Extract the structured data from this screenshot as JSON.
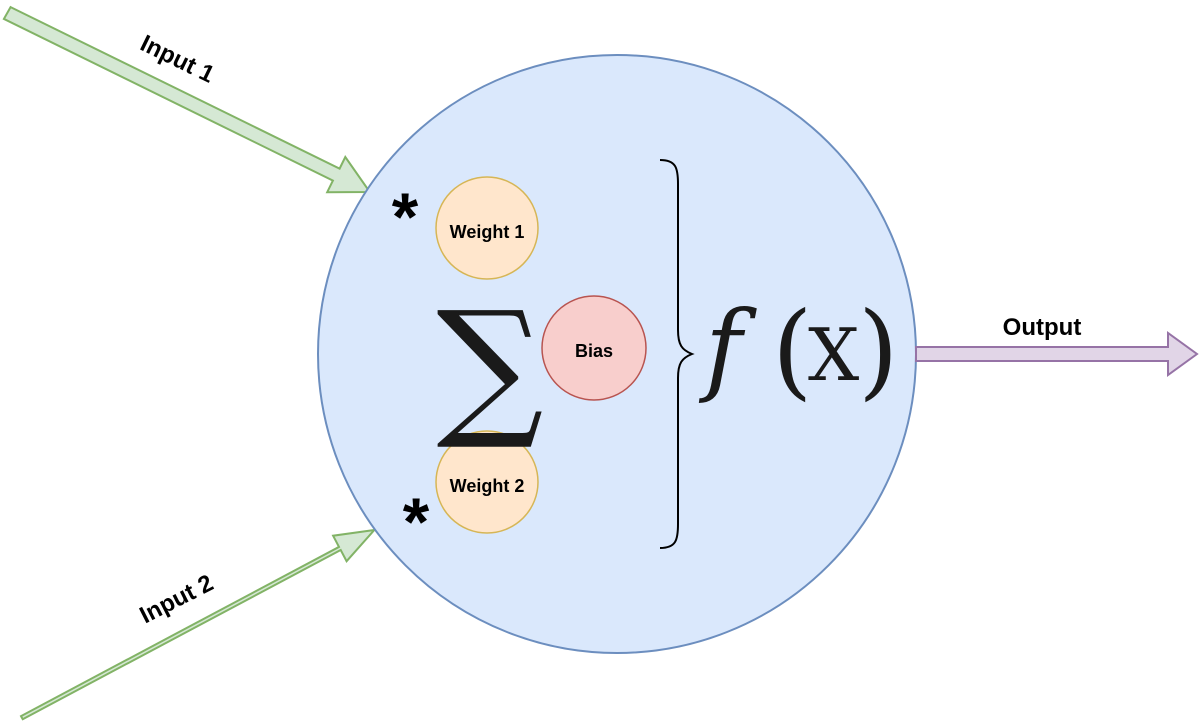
{
  "inputs": {
    "input_1": "Input 1",
    "input_2": "Input 2"
  },
  "neuron": {
    "weight_1": "Weight 1",
    "weight_2": "Weight 2",
    "bias": "Bias",
    "multiply_symbol": "*",
    "sum_symbol": "∑",
    "activation_f": "f",
    "activation_open": "(",
    "activation_x": "X",
    "activation_close": ")"
  },
  "output": {
    "label": "Output"
  },
  "colors": {
    "neuron_fill": "#dae8fc",
    "neuron_stroke": "#6c8ebf",
    "weight_fill": "#ffe6cc",
    "weight_stroke": "#d6b656",
    "bias_fill": "#f8cecc",
    "bias_stroke": "#b85450",
    "input_arrow_fill": "#d5e8d4",
    "input_arrow_stroke": "#82b366",
    "output_arrow_fill": "#e1d5e7",
    "output_arrow_stroke": "#9673a6"
  }
}
